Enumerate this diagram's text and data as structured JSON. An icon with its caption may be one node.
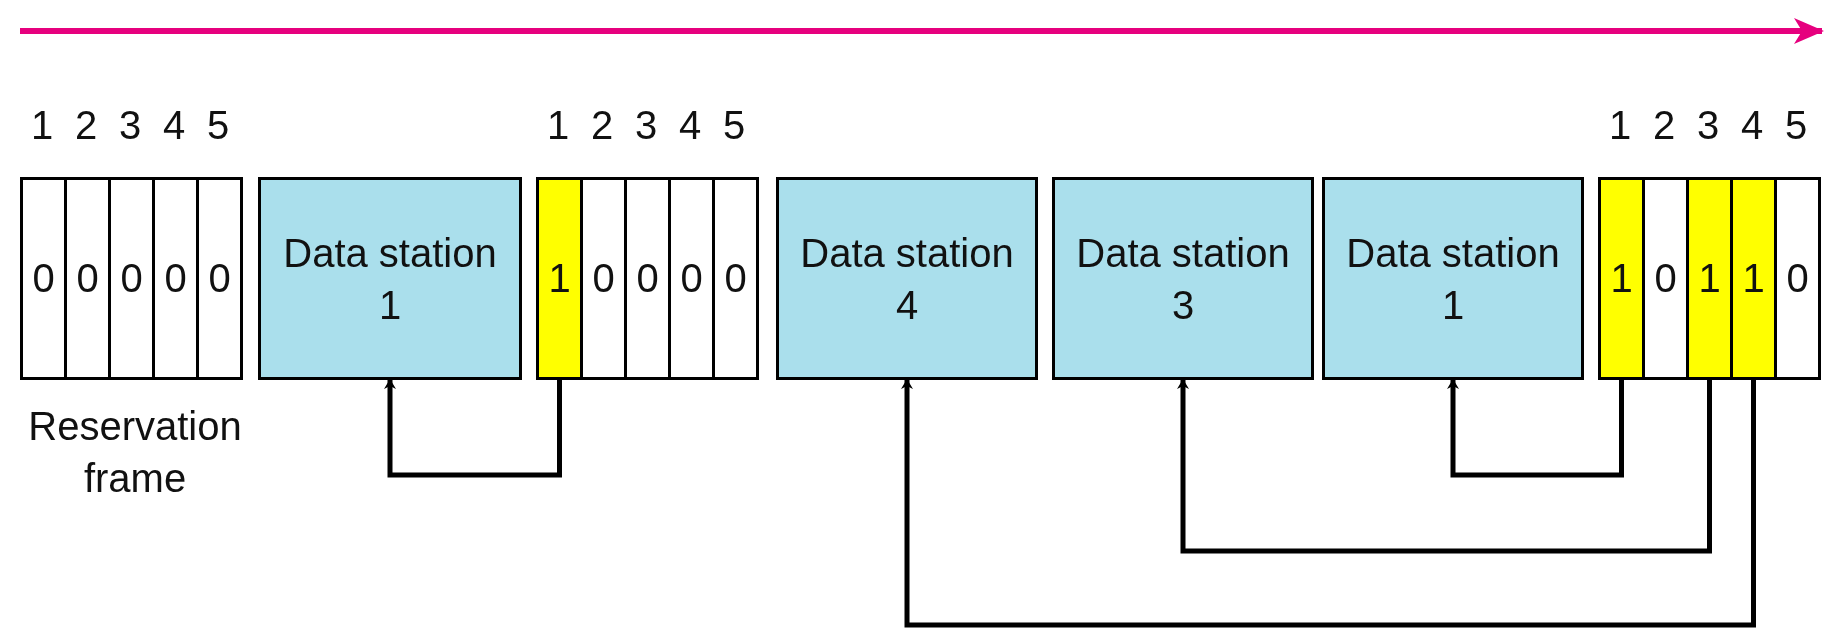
{
  "diagram": {
    "nodes": [
      {
        "text": [
          "0"
        ]
      },
      {
        "text": [
          "0"
        ]
      },
      {
        "text": [
          "0"
        ]
      },
      {
        "text": [
          "0"
        ]
      },
      {
        "text": [
          "0"
        ]
      },
      {
        "text": [
          "Data station 1"
        ]
      },
      {
        "text": [
          "1"
        ]
      },
      {
        "text": [
          "0"
        ]
      },
      {
        "text": [
          "0"
        ]
      },
      {
        "text": [
          "0"
        ]
      },
      {
        "text": [
          "0"
        ]
      },
      {
        "text": [
          "Data station 4"
        ]
      },
      {
        "text": [
          "Data station 3"
        ]
      },
      {
        "text": [
          "Data station 1"
        ]
      },
      {
        "text": [
          "1"
        ]
      },
      {
        "text": [
          "0"
        ]
      },
      {
        "text": [
          "1"
        ]
      },
      {
        "text": [
          "1"
        ]
      },
      {
        "text": [
          "0"
        ]
      }
    ],
    "edges": [
      {
        "from": 6,
        "to": 5,
        "arrow": "to"
      },
      {
        "from": 14,
        "to": 13,
        "arrow": "to"
      },
      {
        "from": 16,
        "to": 12,
        "arrow": "to"
      },
      {
        "from": 17,
        "to": 11,
        "arrow": "to"
      }
    ],
    "labels": [
      "1",
      "2",
      "3",
      "4",
      "5",
      "1",
      "2",
      "3",
      "4",
      "5",
      "1",
      "2",
      "3",
      "4",
      "5",
      "Reservation frame"
    ]
  }
}
